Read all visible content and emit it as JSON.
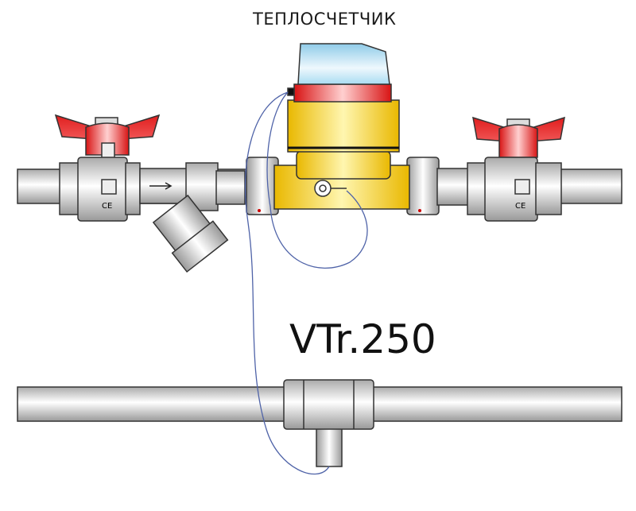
{
  "diagram": {
    "title": "ТЕПЛОСЧЕТЧИК",
    "model_label": "VTr.250",
    "valve_marking": "CE",
    "colors": {
      "handle": "#e01e1e",
      "meter_cap": "#9fd6ee",
      "meter_ring": "#e52b2b",
      "meter_body": "#f4cf2a",
      "wire": "#4f63a8",
      "outline": "#333333"
    }
  }
}
